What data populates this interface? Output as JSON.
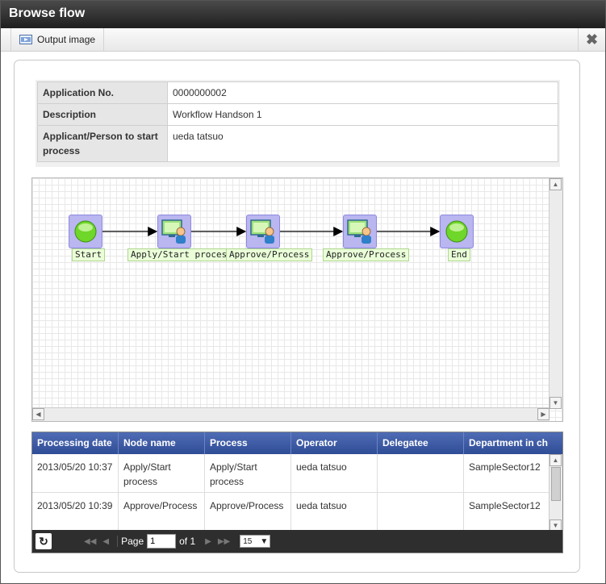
{
  "window": {
    "title": "Browse flow"
  },
  "toolbar": {
    "output_image_label": "Output image"
  },
  "info": {
    "rows": [
      {
        "label": "Application No.",
        "value": "0000000002"
      },
      {
        "label": "Description",
        "value": "Workflow Handson 1"
      },
      {
        "label": "Applicant/Person to start process",
        "value": "ueda tatsuo"
      }
    ]
  },
  "flow": {
    "nodes": [
      {
        "label": "Start",
        "icon": "start-circle-icon"
      },
      {
        "label": "Apply/Start process",
        "icon": "user-task-icon"
      },
      {
        "label": "Approve/Process",
        "icon": "user-task-icon"
      },
      {
        "label": "Approve/Process",
        "icon": "user-task-icon"
      },
      {
        "label": "End",
        "icon": "end-circle-icon"
      }
    ]
  },
  "grid": {
    "columns": [
      "Processing date",
      "Node name",
      "Process",
      "Operator",
      "Delegatee",
      "Department in ch"
    ],
    "rows": [
      [
        "2013/05/20 10:37",
        "Apply/Start process",
        "Apply/Start process",
        "ueda tatsuo",
        "",
        "SampleSector12"
      ],
      [
        "2013/05/20 10:39",
        "Approve/Process",
        "Approve/Process",
        "ueda tatsuo",
        "",
        "SampleSector12"
      ]
    ]
  },
  "pager": {
    "page_label": "Page",
    "page_value": "1",
    "of_label": "of 1",
    "per_page": "15"
  },
  "colors": {
    "titlebar": "#2b2b2b",
    "grid_header": "#3a5aa8",
    "node_fill": "#b9b6f0",
    "label_fill": "#eaffd8"
  }
}
